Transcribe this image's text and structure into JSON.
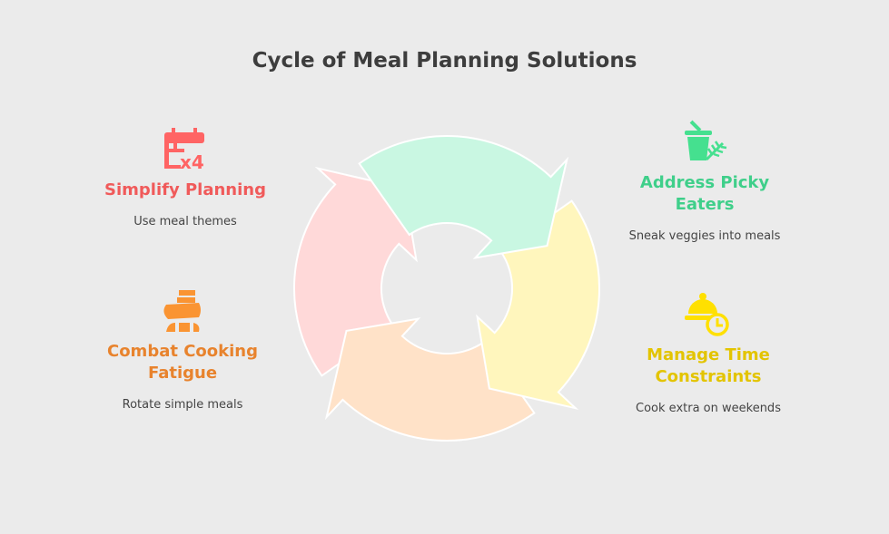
{
  "title": "Cycle of Meal Planning Solutions",
  "items": [
    {
      "heading": "Simplify Planning",
      "description": "Use meal themes",
      "icon": "calendar-x4-icon",
      "color": "#f05a5a",
      "fill": "#ffd9d9"
    },
    {
      "heading": "Address Picky Eaters",
      "description": "Sneak veggies into meals",
      "icon": "smoothie-veggie-icon",
      "color": "#3fcf8a",
      "fill": "#c9f7e2"
    },
    {
      "heading": "Manage Time Constraints",
      "description": "Cook extra on weekends",
      "icon": "cloche-clock-icon",
      "color": "#e3c400",
      "fill": "#fff6bd"
    },
    {
      "heading": "Combat Cooking Fatigue",
      "description": "Rotate simple meals",
      "icon": "fatigue-icon",
      "color": "#e8832d",
      "fill": "#ffe2c8"
    }
  ]
}
